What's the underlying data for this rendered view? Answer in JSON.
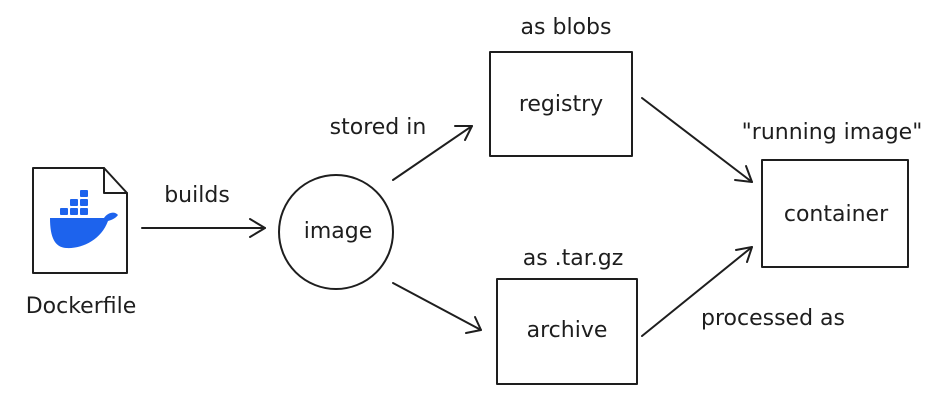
{
  "nodes": {
    "dockerfile": {
      "label": "Dockerfile",
      "icon": "docker-whale-file-icon"
    },
    "image": {
      "label": "image"
    },
    "registry": {
      "label": "registry",
      "note": "as blobs"
    },
    "archive": {
      "label": "archive",
      "note": "as .tar.gz"
    },
    "container": {
      "label": "container",
      "note": "\"running image\""
    }
  },
  "edges": {
    "builds": "builds",
    "stored_in": "stored in",
    "processed_as": "processed as"
  },
  "colors": {
    "stroke": "#1e1e1e",
    "docker_blue": "#1d63ed",
    "background": "#ffffff"
  }
}
